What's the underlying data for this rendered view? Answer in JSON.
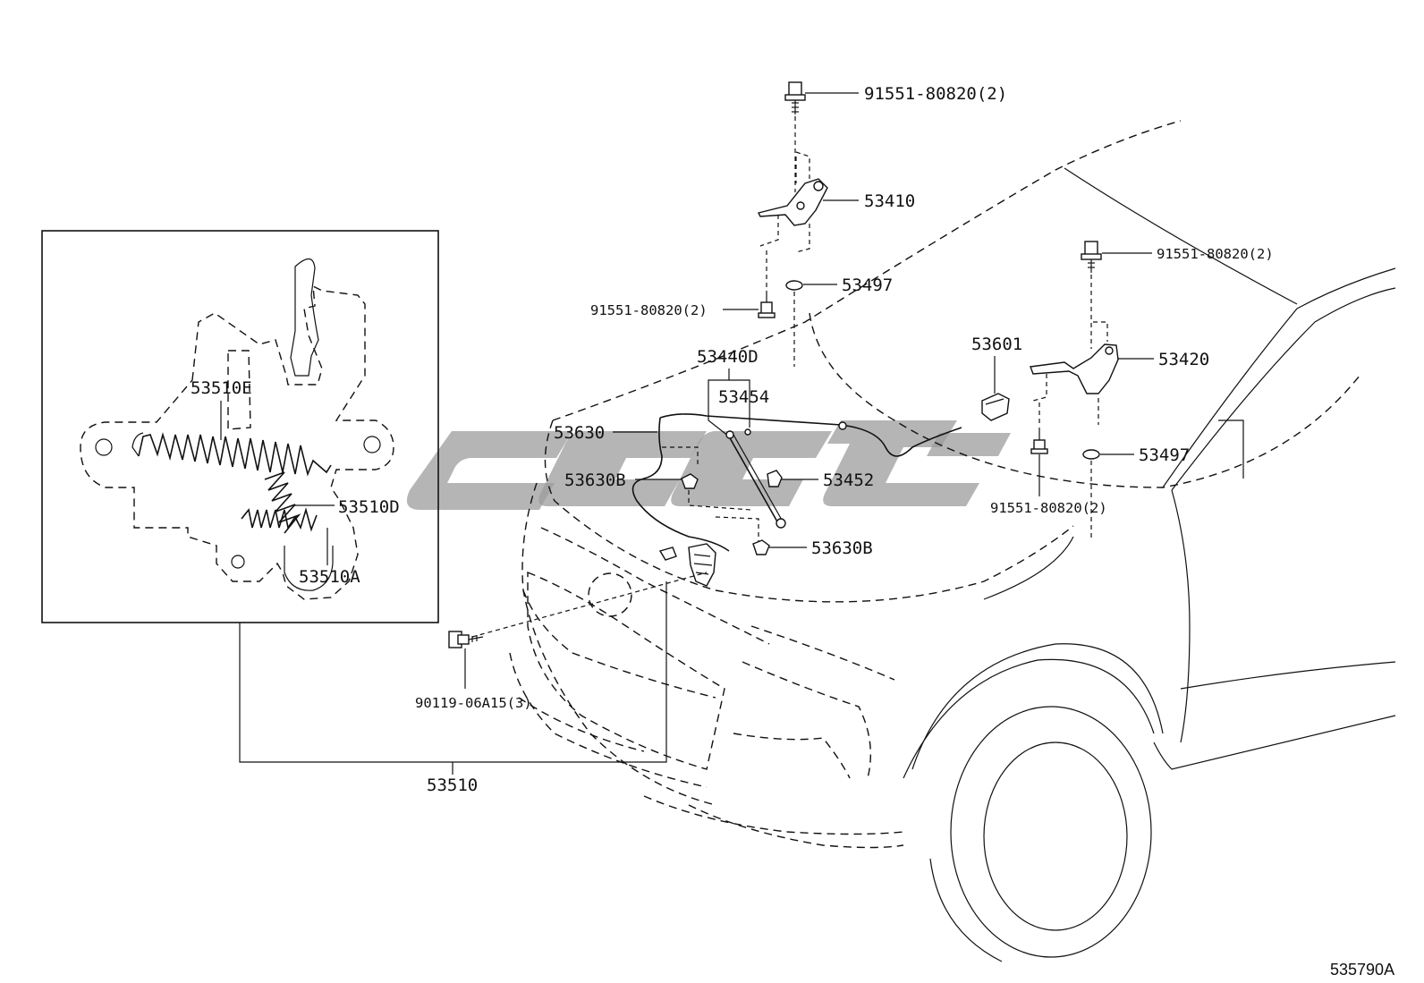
{
  "diagram": {
    "ref_code": "535790A",
    "watermark": "logo",
    "labels": {
      "bolt_top": "91551-80820(2)",
      "hinge_lh": "53410",
      "washer_lh": "53497",
      "bolt_lh_lower": "91551-80820(2)",
      "rod_assy": "53440D",
      "clip_rod": "53454",
      "cable": "53630",
      "clamp_cable": "53630B",
      "rod_holder": "53452",
      "clamp_cable2": "53630B",
      "switch": "53601",
      "bolt_rh_top": "91551-80820(2)",
      "hinge_rh": "53420",
      "washer_rh": "53497",
      "bolt_rh_lower": "91551-80820(2)",
      "latch_bolt": "90119-06A15(3)",
      "lock_assy": "53510",
      "spring_e": "53510E",
      "spring_d": "53510D",
      "spring_a": "53510A"
    }
  }
}
